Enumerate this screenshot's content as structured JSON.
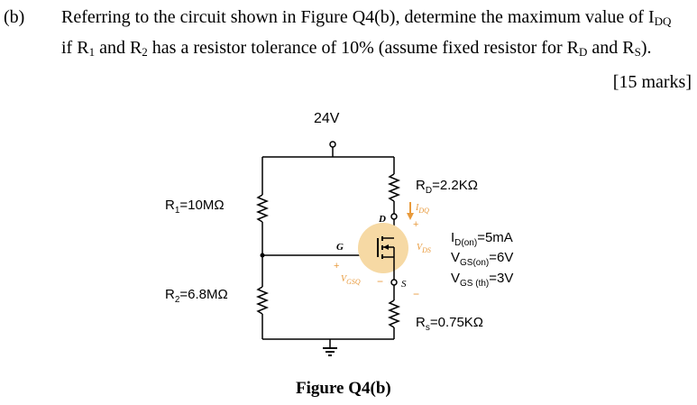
{
  "question": {
    "label": "(b)",
    "line1": {
      "t1": "Referring to the circuit shown in Figure Q4(b), determine the maximum value of I",
      "s1": "DQ"
    },
    "line2": {
      "t1": "if R",
      "s1": "1",
      "t2": " and R",
      "s2": "2",
      "t3": " has a resistor tolerance of 10% (assume fixed resistor for R",
      "s3": "D",
      "t4": " and R",
      "s4": "S",
      "t5": ")."
    },
    "marks": "[15 marks]"
  },
  "circuit": {
    "supply": "24V",
    "r1": {
      "t1": "R",
      "s1": "1",
      "t2": "=10MΩ"
    },
    "r2": {
      "t1": "R",
      "s1": "2",
      "t2": "=6.8MΩ"
    },
    "rd": {
      "t1": "R",
      "s1": "D",
      "t2": "=2.2KΩ"
    },
    "rs": {
      "t1": "R",
      "s1": "s",
      "t2": "=0.75KΩ"
    },
    "id_on": {
      "t1": "I",
      "s1": "D(on)",
      "t2": "=5mA"
    },
    "vgs_on": {
      "t1": "V",
      "s1": "GS(on)",
      "t2": "=6V"
    },
    "vgs_th": {
      "t1": "V",
      "s1": "GS (th)",
      "t2": "=3V"
    },
    "idq": {
      "t1": "I",
      "s1": "DQ"
    },
    "vds": {
      "t1": "V",
      "s1": "DS"
    },
    "vgsq": {
      "t1": "V",
      "s1": "GSQ"
    },
    "pin_d": "D",
    "pin_g": "G",
    "pin_s": "S",
    "plus": "+",
    "minus": "−"
  },
  "caption": "Figure Q4(b)",
  "colors": {
    "mosfet_highlight": "#f6d9a4",
    "current_arrow": "#e89a3c",
    "wire": "#000000"
  }
}
